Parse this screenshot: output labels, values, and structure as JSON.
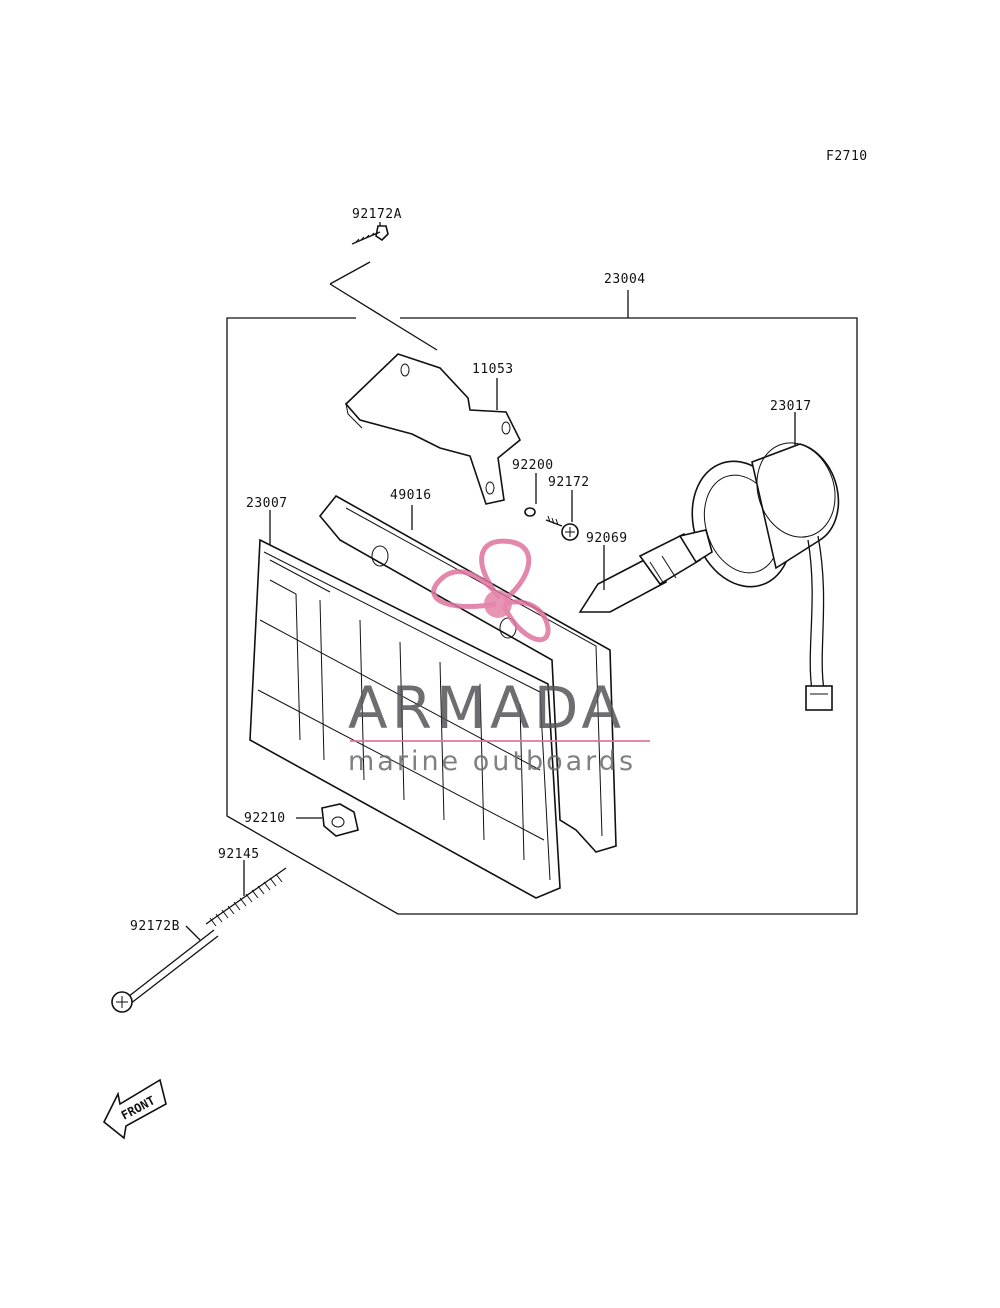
{
  "diagram": {
    "code": "F2710",
    "parts": {
      "p92172A": "92172A",
      "p23004": "23004",
      "p11053": "11053",
      "p23017": "23017",
      "p92200": "92200",
      "p92172": "92172",
      "p23007": "23007",
      "p49016": "49016",
      "p92069": "92069",
      "p92210": "92210",
      "p92145": "92145",
      "p92172B": "92172B"
    },
    "front_label": "FRONT"
  },
  "watermark": {
    "brand": "ARMADA",
    "tagline": "marine outboards",
    "colors": {
      "brand": "#55555a",
      "accent": "#e0739f"
    }
  }
}
